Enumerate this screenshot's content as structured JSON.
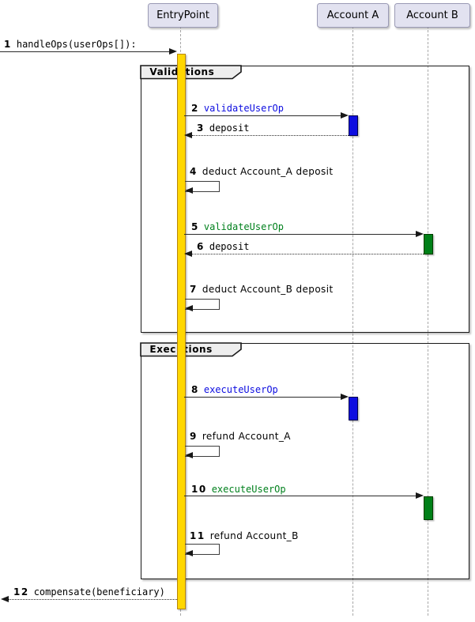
{
  "diagram": {
    "type": "sequence-diagram"
  },
  "participants": [
    {
      "label": "EntryPoint"
    },
    {
      "label": "Account A"
    },
    {
      "label": "Account B"
    }
  ],
  "frames": [
    {
      "label": "Validations"
    },
    {
      "label": "Executions"
    }
  ],
  "messages": [
    {
      "num": "1",
      "text": "handleOps(userOps[]):",
      "color": "#000000"
    },
    {
      "num": "2",
      "text": "validateUserOp",
      "color": "#0D0DE0"
    },
    {
      "num": "3",
      "text": "deposit",
      "color": "#000000"
    },
    {
      "num": "4",
      "text": "deduct Account_A deposit",
      "color": "#000000"
    },
    {
      "num": "5",
      "text": "validateUserOp",
      "color": "#00801C"
    },
    {
      "num": "6",
      "text": "deposit",
      "color": "#000000"
    },
    {
      "num": "7",
      "text": "deduct Account_B deposit",
      "color": "#000000"
    },
    {
      "num": "8",
      "text": "executeUserOp",
      "color": "#0D0DE0"
    },
    {
      "num": "9",
      "text": "refund Account_A",
      "color": "#000000"
    },
    {
      "num": "10",
      "text": "executeUserOp",
      "color": "#00801C"
    },
    {
      "num": "11",
      "text": "refund Account_B",
      "color": "#000000"
    },
    {
      "num": "12",
      "text": "compensate(beneficiary)",
      "color": "#000000"
    }
  ],
  "colors": {
    "activation_gold": "#FFD700",
    "activation_blue": "#0D0DE0",
    "activation_green": "#008018",
    "participant_fill": "#E2E2F0",
    "frame_label_fill": "#EEEEEE",
    "lifeline": "#A8A8A8"
  }
}
